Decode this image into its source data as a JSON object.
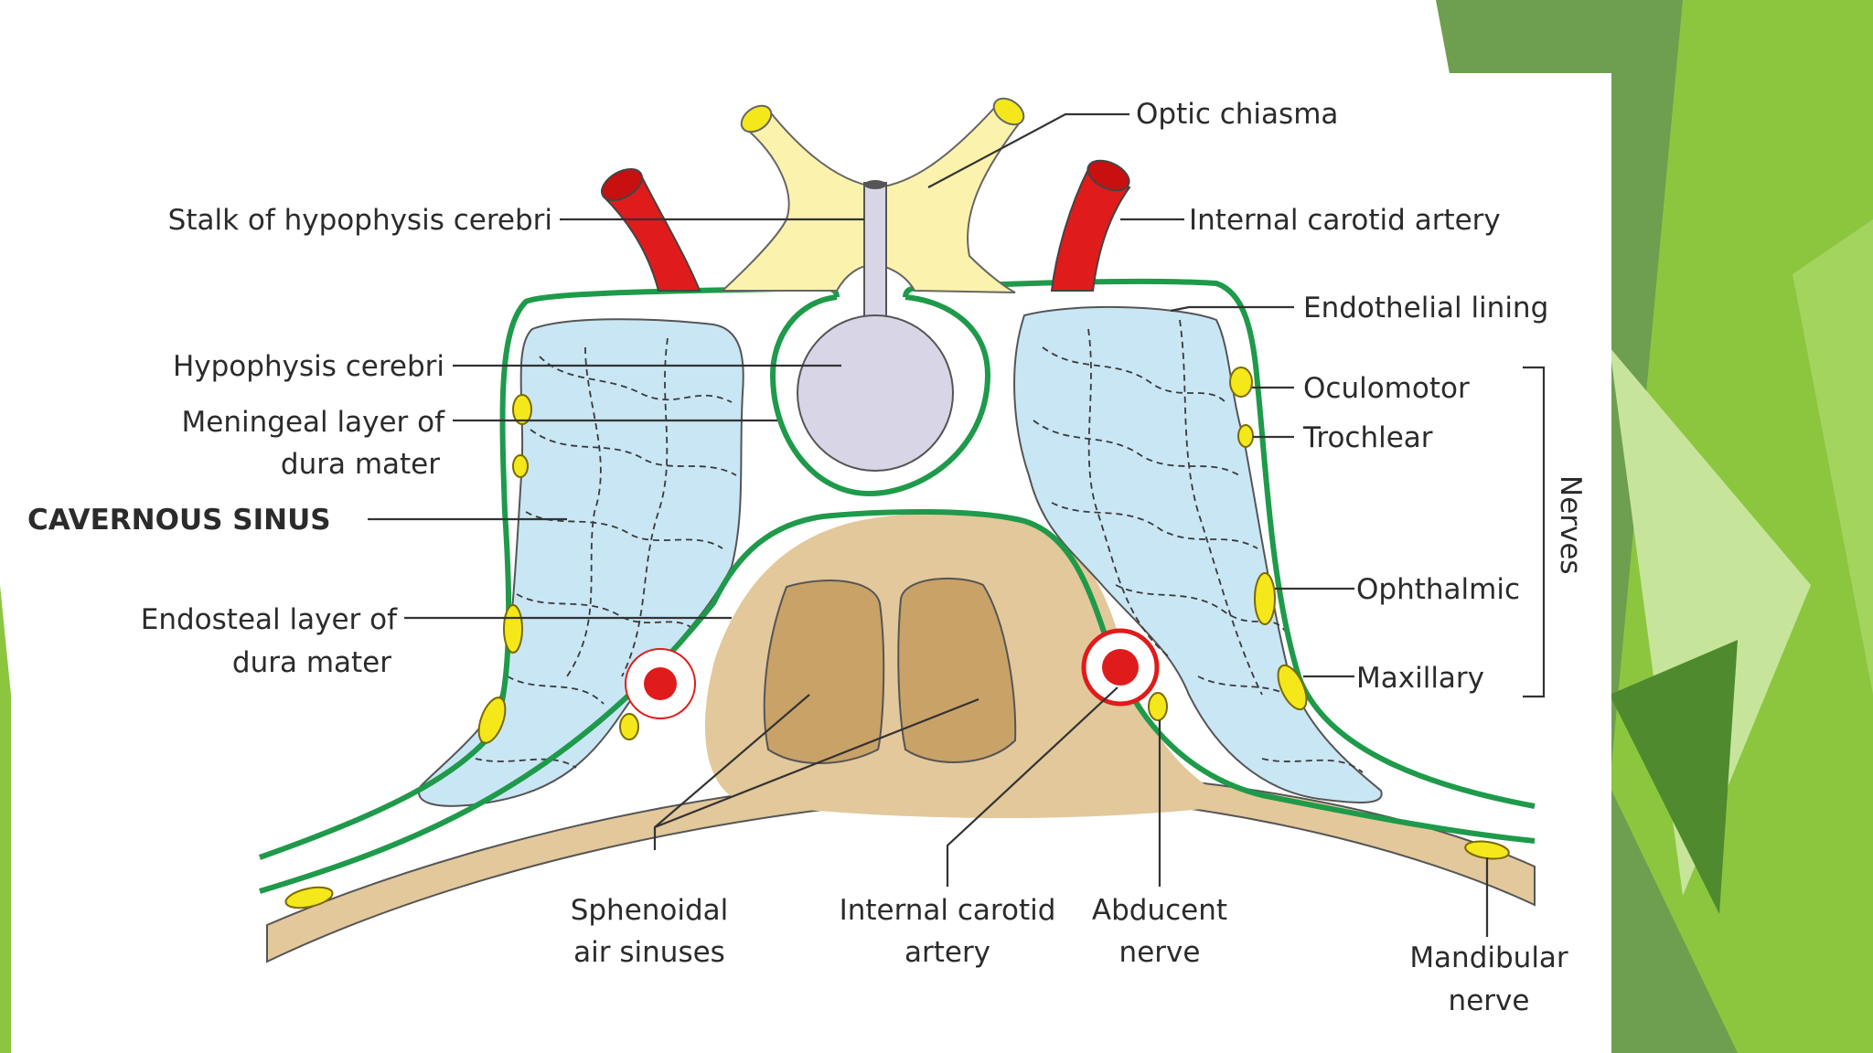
{
  "colors": {
    "dura_green": "#1e9a4a",
    "sinus_blue": "#c9e6f5",
    "bone_tan": "#e2c89b",
    "air_sinus_brown": "#c9a268",
    "artery_red": "#e01b1b",
    "nerve_yellow": "#f4e81a",
    "chiasma_yellow": "#fbf3ad",
    "hypophysis_lavender": "#d8d6e6",
    "slide_green_dark": "#5b9a3c",
    "slide_green_light": "#8cc63f"
  },
  "labels": {
    "optic_chiasma": "Optic chiasma",
    "stalk_of_hypophysis": "Stalk of hypophysis cerebri",
    "internal_carotid_artery_top": "Internal carotid artery",
    "endothelial_lining": "Endothelial lining",
    "hypophysis_cerebri": "Hypophysis cerebri",
    "meningeal_layer_1": "Meningeal layer of",
    "meningeal_layer_2": "dura mater",
    "cavernous_sinus": "CAVERNOUS SINUS",
    "endosteal_layer_1": "Endosteal layer of",
    "endosteal_layer_2": "dura mater",
    "oculomotor": "Oculomotor",
    "trochlear": "Trochlear",
    "ophthalmic": "Ophthalmic",
    "maxillary": "Maxillary",
    "nerves": "Nerves",
    "sphenoidal_1": "Sphenoidal",
    "sphenoidal_2": "air sinuses",
    "internal_carotid_bottom_1": "Internal carotid",
    "internal_carotid_bottom_2": "artery",
    "abducent_1": "Abducent",
    "abducent_2": "nerve",
    "mandibular_1": "Mandibular",
    "mandibular_2": "nerve"
  }
}
